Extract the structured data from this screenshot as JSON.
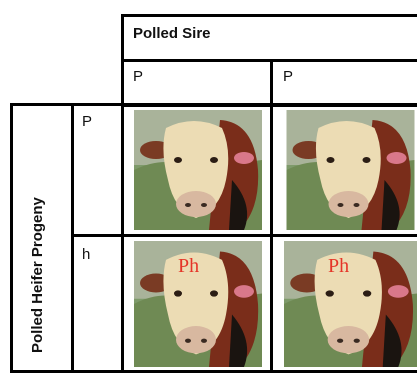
{
  "sire": {
    "title": "Polled Sire",
    "alleles": [
      "P",
      "P"
    ]
  },
  "progeny": {
    "title": "Polled Heifer Progeny",
    "alleles": [
      "P",
      "h"
    ]
  },
  "cells": [
    {
      "genotype": "",
      "image": "hereford-bull-photo"
    },
    {
      "genotype": "",
      "image": "hereford-bull-photo"
    },
    {
      "genotype": "Ph",
      "image": "hereford-bull-photo"
    },
    {
      "genotype": "Ph",
      "image": "hereford-bull-photo"
    }
  ]
}
